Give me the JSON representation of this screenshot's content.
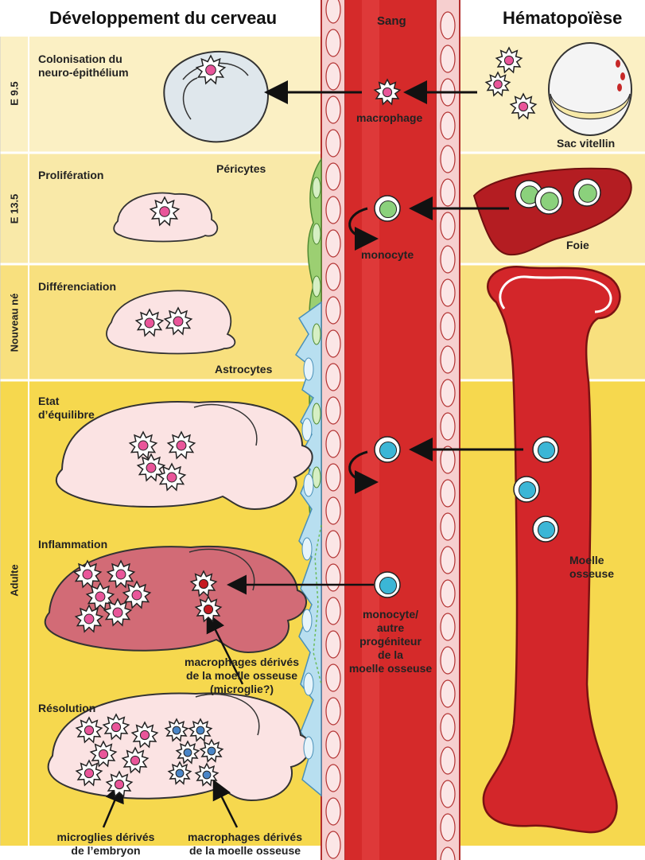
{
  "headers": {
    "left": "Développement du cerveau",
    "center": "Sang",
    "right": "Hématopoïèse"
  },
  "stages": [
    {
      "label": "E 9.5"
    },
    {
      "label": "E 13.5"
    },
    {
      "label": "Nouveau né"
    },
    {
      "label": "Adulte"
    }
  ],
  "brain_labels": {
    "colonisation": "Colonisation du\nneuro-épithélium",
    "proliferation": "Prolifération",
    "differenciation": "Différenciation",
    "equilibre": "Etat\nd’équilibre",
    "inflammation": "Inflammation",
    "resolution": "Résolution"
  },
  "cell_labels": {
    "pericytes": "Péricytes",
    "astrocytes": "Astrocytes",
    "macrophage": "macrophage",
    "monocyte": "monocyte",
    "monocyte_autre": "monocyte/\nautre\nprogéniteur\nde la\nmoelle osseuse",
    "macrophages_derives": "macrophages dérivés\nde la moelle osseuse\n(microglie?)",
    "microglies_embryon": "microglies dérivés\nde l’embryon",
    "macrophages_moelle": "macrophages dérivés\nde la moelle osseuse"
  },
  "organ_labels": {
    "sac_vitellin": "Sac vitellin",
    "foie": "Foie",
    "moelle": "Moelle\nosseuse"
  },
  "colors": {
    "band_light": "#fbf0c4",
    "band_mid": "#f9e392",
    "band_adult": "#f6d84e",
    "blood": "#d52a2a",
    "microglia_pink": "#e9569a",
    "monocyte_green": "#8bd17c",
    "monocyte_blue": "#3bb6d6",
    "activated_red": "#c51a20",
    "bone_marrow_blue": "#4a86c7"
  }
}
